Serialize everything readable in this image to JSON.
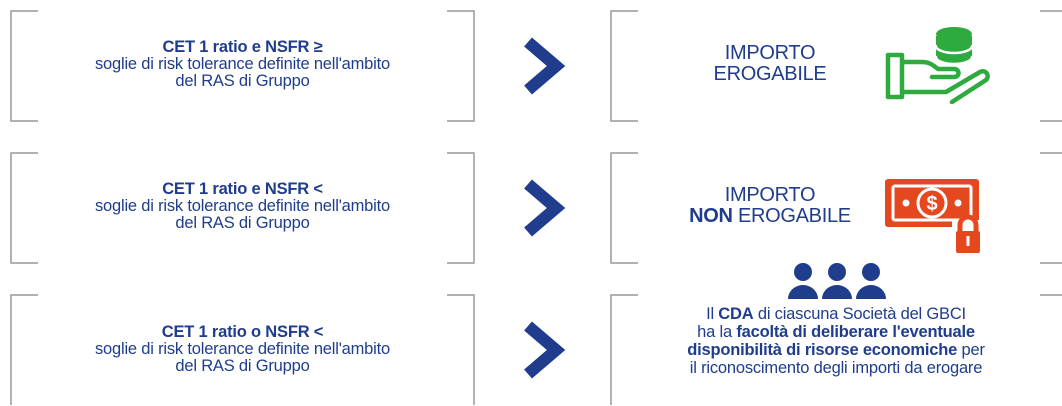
{
  "rows": [
    {
      "bold": "CET 1 ratio e NSFR ≥",
      "line2": "soglie di risk tolerance definite nell'ambito",
      "line3": "del RAS di Gruppo"
    },
    {
      "bold": "CET 1 ratio e NSFR <",
      "line2": "soglie di risk tolerance definite nell'ambito",
      "line3": "del RAS di Gruppo"
    },
    {
      "bold": "CET 1 ratio o NSFR <",
      "line2": "soglie di risk tolerance definite nell'ambito",
      "line3": "del RAS di Gruppo"
    }
  ],
  "outcomes": {
    "first": {
      "line1": "IMPORTO",
      "line2": "EROGABILE",
      "icon": "hand-coins-icon",
      "color": "#2eaa3f"
    },
    "second": {
      "line1": "IMPORTO",
      "line2_bold": "NON",
      "line2_rest": " EROGABILE",
      "icon": "banknote-lock-icon",
      "color": "#e5481e"
    },
    "third": {
      "icon": "people-group-icon",
      "p1": "Il ",
      "p1b": "CDA",
      "p1c": " di ciascuna Società del GBCI",
      "p2": "ha la ",
      "p2b": "facoltà di deliberare l'eventuale",
      "p3b": "disponibilità di risorse economiche",
      "p3c": " per",
      "p4": "il riconoscimento degli importi da erogare"
    }
  },
  "colors": {
    "text": "#1f3d8c",
    "frame": "#9a9a9a",
    "chevron": "#1f3d8c",
    "green": "#2eaa3f",
    "orange": "#e5481e"
  }
}
